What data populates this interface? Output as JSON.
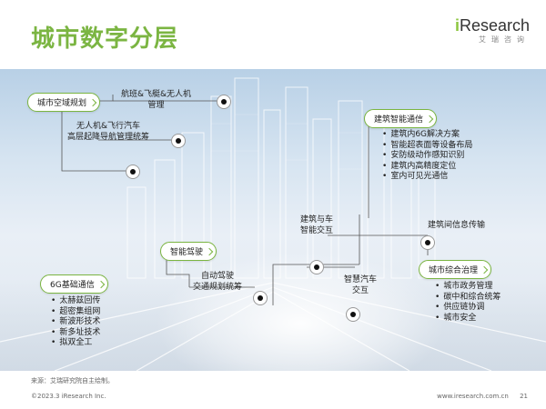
{
  "header": {
    "title": "城市数字分层",
    "brand_prefix": "i",
    "brand_name": "Research",
    "brand_sub": "艾瑞咨询"
  },
  "categories": {
    "airspace": "城市空域规划",
    "smart_building": "建筑智能通信",
    "smart_driving": "智能驾驶",
    "base_comm": "6G基础通信",
    "city_gov": "城市综合治理"
  },
  "notes": {
    "flight_mgmt_1": "航班&飞艇&无人机",
    "flight_mgmt_2": "管理",
    "uav_1": "无人机&飞行汽车",
    "uav_2": "高层起降导航管理统筹",
    "bldg_car_1": "建筑与车",
    "bldg_car_2": "智能交互",
    "inter_bldg": "建筑间信息传输",
    "auto_drive_1": "自动驾驶",
    "auto_drive_2": "交通规划统筹",
    "smart_car_1": "智慧汽车",
    "smart_car_2": "交互"
  },
  "lists": {
    "building": [
      "建筑内6G解决方案",
      "智能超表面等设备布局",
      "安防级动作感知识别",
      "建筑内高精度定位",
      "室内可见光通信"
    ],
    "base": [
      "太赫兹回传",
      "超密集组网",
      "新波形技术",
      "新多址技术",
      "拟双全工"
    ],
    "city": [
      "城市政务管理",
      "碳中和综合统筹",
      "供应链协调",
      "城市安全"
    ]
  },
  "footer": {
    "source": "来源：艾瑞研究院自主绘制。",
    "copyright": "©2023.3 iResearch Inc.",
    "site": "www.iresearch.com.cn",
    "page": "21"
  }
}
